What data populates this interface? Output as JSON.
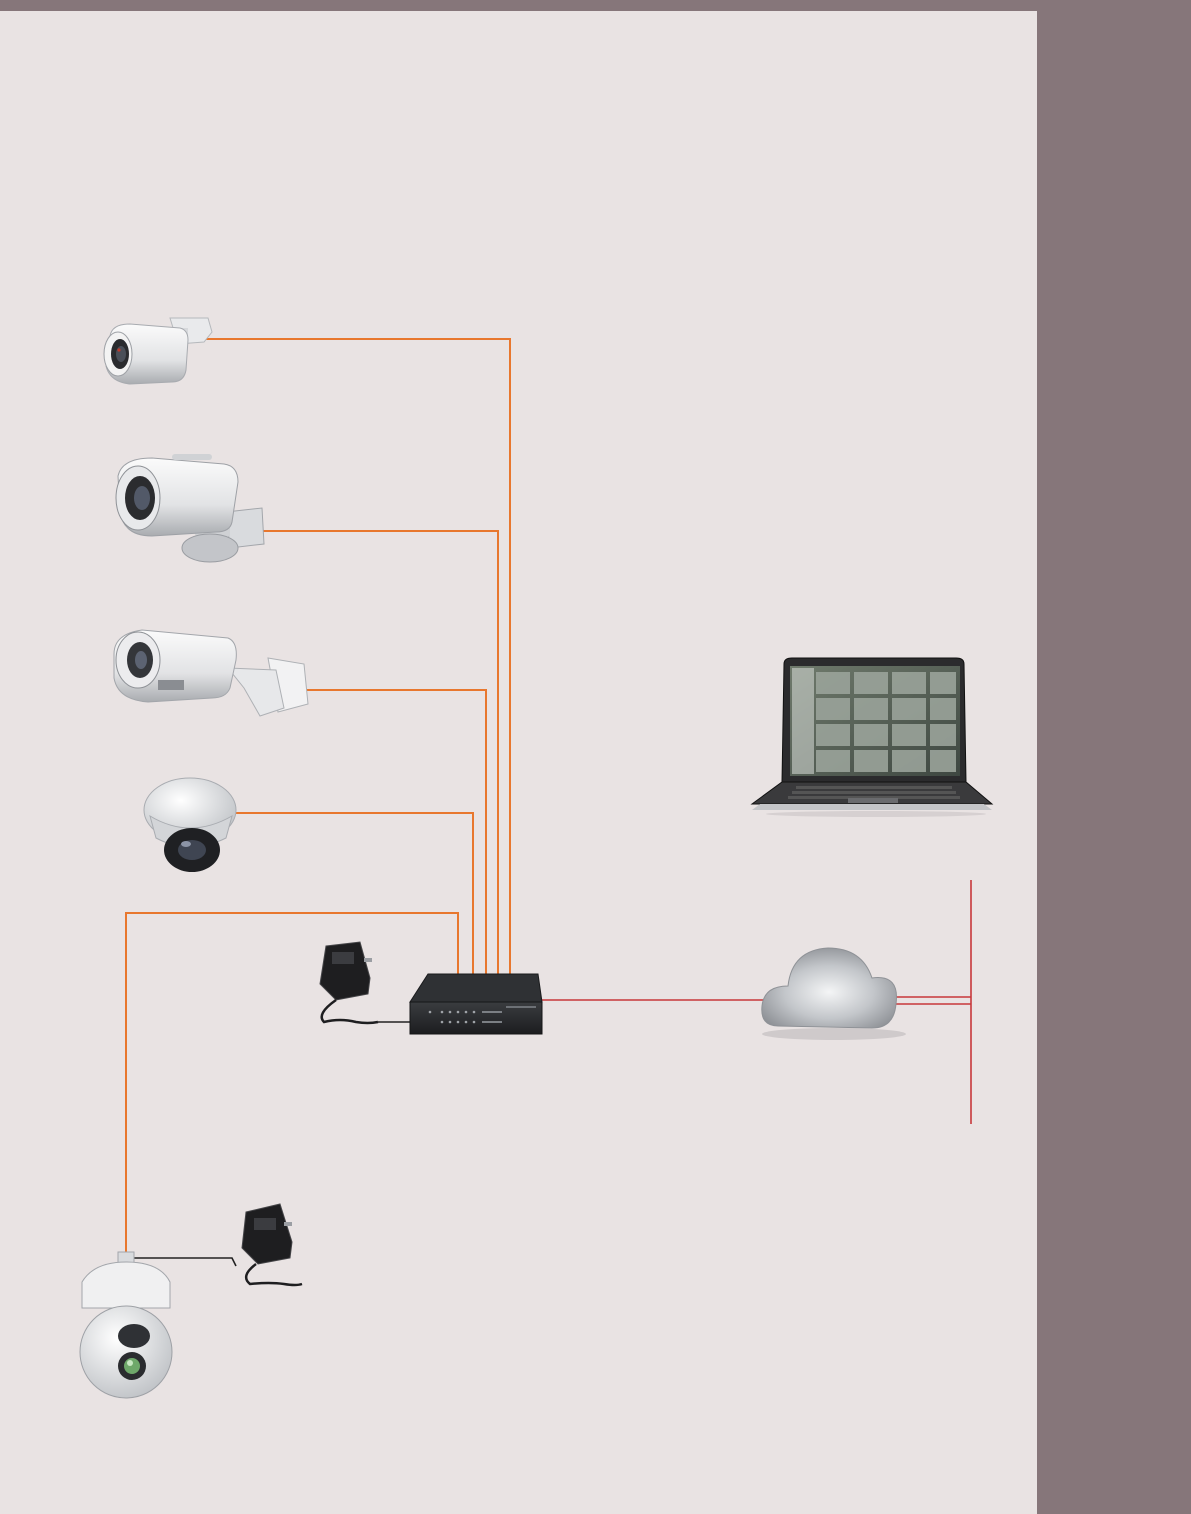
{
  "colors": {
    "page_background": "#E9E3E3",
    "frame_mauve": "#86767A",
    "camera_cable_orange": "#E8772E",
    "network_cable_red": "#C8373B",
    "power_cable_black": "#222222",
    "camera_white": "#F1F1F1",
    "camera_grey": "#B9BCC0",
    "switch_black": "#2A2C2E",
    "adapter_black": "#1E1E20",
    "cloud_silver": "#C9CBCF",
    "laptop_dark": "#2B2B2D"
  },
  "nodes": [
    {
      "id": "bullet-camera-small",
      "icon": "bullet-camera-icon"
    },
    {
      "id": "bullet-camera-large",
      "icon": "bullet-camera-icon"
    },
    {
      "id": "bullet-camera-varifocal",
      "icon": "bullet-camera-icon"
    },
    {
      "id": "dome-camera",
      "icon": "dome-camera-icon"
    },
    {
      "id": "ptz-speed-dome-camera",
      "icon": "ptz-camera-icon"
    },
    {
      "id": "switch-power-adapter",
      "icon": "power-adapter-icon"
    },
    {
      "id": "ptz-power-adapter",
      "icon": "power-adapter-icon"
    },
    {
      "id": "network-switch",
      "icon": "network-switch-icon"
    },
    {
      "id": "internet-cloud",
      "icon": "cloud-icon"
    },
    {
      "id": "monitoring-laptop",
      "icon": "laptop-icon"
    }
  ],
  "connections": [
    {
      "from": "bullet-camera-small",
      "to": "network-switch",
      "cable": "orange"
    },
    {
      "from": "bullet-camera-large",
      "to": "network-switch",
      "cable": "orange"
    },
    {
      "from": "bullet-camera-varifocal",
      "to": "network-switch",
      "cable": "orange"
    },
    {
      "from": "dome-camera",
      "to": "network-switch",
      "cable": "orange"
    },
    {
      "from": "ptz-speed-dome-camera",
      "to": "network-switch",
      "cable": "orange"
    },
    {
      "from": "switch-power-adapter",
      "to": "network-switch",
      "cable": "black"
    },
    {
      "from": "ptz-power-adapter",
      "to": "ptz-speed-dome-camera",
      "cable": "black"
    },
    {
      "from": "network-switch",
      "to": "internet-cloud",
      "cable": "red"
    },
    {
      "from": "internet-cloud",
      "to": "network-bus",
      "cable": "red"
    }
  ]
}
